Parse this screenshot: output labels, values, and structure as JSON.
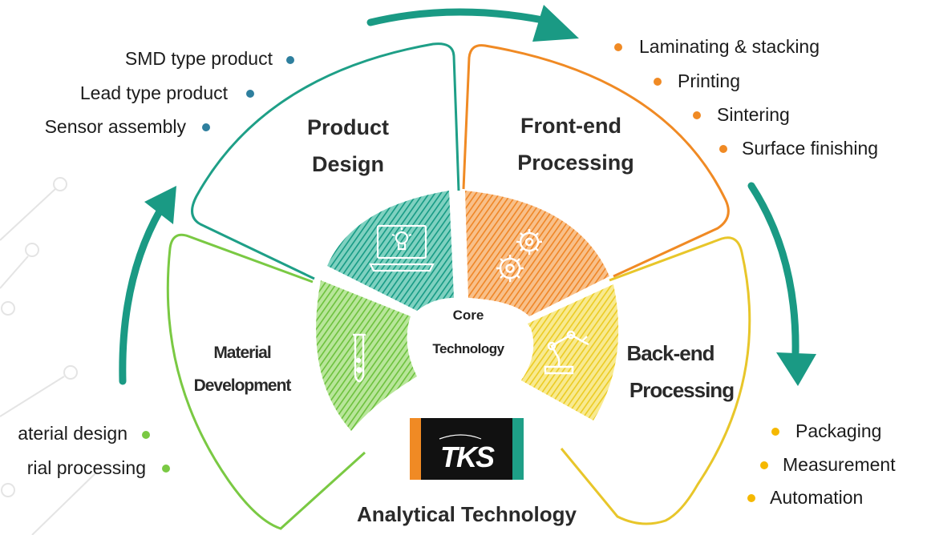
{
  "sections": {
    "product_design": {
      "line1": "Product",
      "line2": "Design",
      "color": "#1e9f87"
    },
    "front_end": {
      "line1": "Front-end",
      "line2": "Processing",
      "color": "#f08a24"
    },
    "back_end": {
      "line1": "Back-end",
      "line2": "Processing",
      "color": "#e8c62a"
    },
    "material": {
      "line1": "Material",
      "line2": "Development",
      "color": "#7ac943"
    },
    "analytical": {
      "label": "Analytical Technology"
    }
  },
  "core": {
    "line1": "Core",
    "line2": "Technology"
  },
  "logo": {
    "text": "TKS"
  },
  "lists": {
    "product_design": {
      "color": "#2e7f9e",
      "items": [
        "SMD type product",
        "Lead type product",
        "Sensor assembly"
      ]
    },
    "front_end": {
      "color": "#f08a24",
      "items": [
        "Laminating & stacking",
        "Printing",
        "Sintering",
        "Surface finishing"
      ]
    },
    "back_end": {
      "color": "#f5b800",
      "items": [
        "Packaging",
        "Measurement",
        "Automation"
      ]
    },
    "material": {
      "color": "#7ac943",
      "items": [
        "aterial design",
        "rial processing"
      ]
    }
  },
  "icons": {
    "product_design": "laptop-lightbulb-icon",
    "front_end": "gears-icon",
    "back_end": "robot-arm-icon",
    "material": "test-tube-icon"
  },
  "arrow_color": "#1a9a84"
}
